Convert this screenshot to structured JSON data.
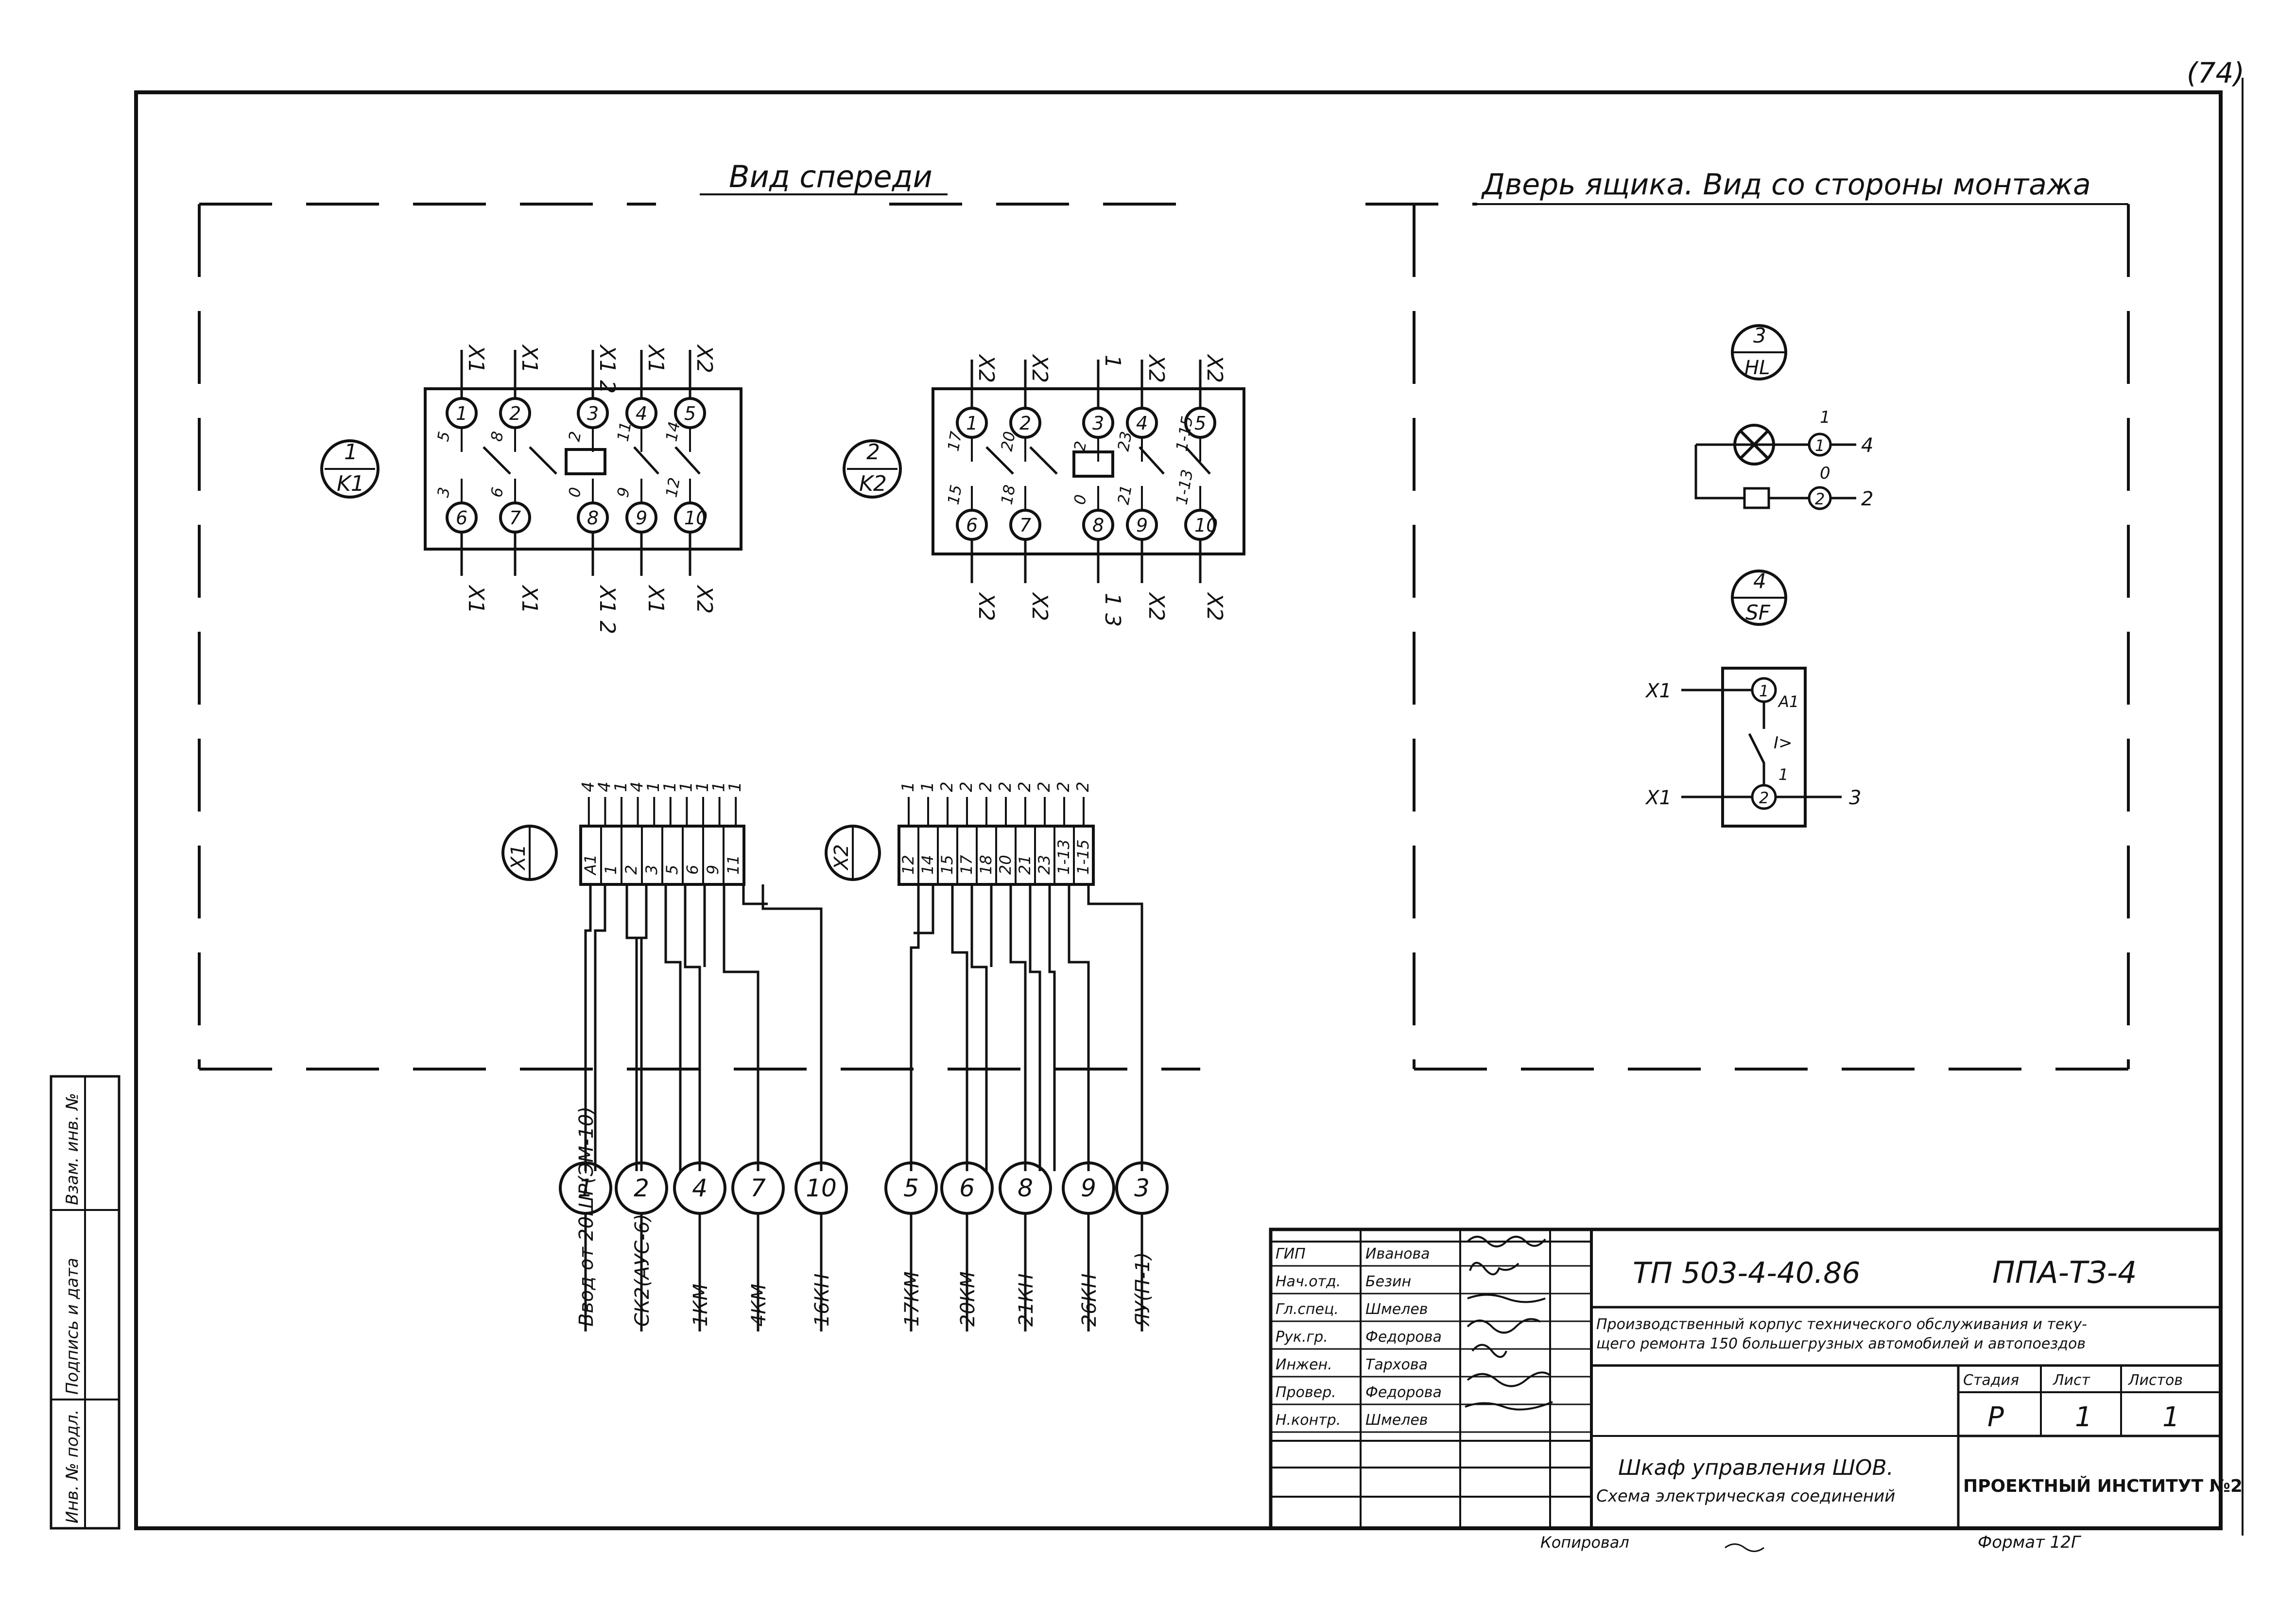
{
  "page_number": "(74)",
  "front_view_title": "Вид спереди",
  "door_view_title": "Дверь ящика. Вид со стороны монтажа",
  "relay_k1": {
    "id": "1",
    "code": "K1",
    "pins_top": [
      "1",
      "2",
      "3",
      "4",
      "5"
    ],
    "pins_bottom": [
      "6",
      "7",
      "8",
      "9",
      "10"
    ],
    "top_wires": [
      "X1",
      "X1",
      "X1 2",
      "X1",
      "X2"
    ],
    "bottom_wires": [
      "X1",
      "X1",
      "X1 2",
      "X1",
      "X2"
    ],
    "contacts": [
      "5",
      "3",
      "8",
      "6",
      "2",
      "0",
      "11",
      "9",
      "14",
      "12"
    ]
  },
  "relay_k2": {
    "id": "2",
    "code": "K2",
    "pins_top": [
      "1",
      "2",
      "3",
      "4",
      "5"
    ],
    "pins_bottom": [
      "6",
      "7",
      "8",
      "9",
      "10"
    ],
    "top_wires": [
      "X2",
      "X2",
      "1",
      "X2",
      "X2"
    ],
    "bottom_wires": [
      "X2",
      "X2",
      "1 3",
      "X2",
      "X2"
    ],
    "contacts": [
      "17",
      "15",
      "20",
      "18",
      "2",
      "0",
      "23",
      "21",
      "1-15",
      "1-13"
    ]
  },
  "lamp_hl": {
    "id": "3",
    "code": "HL",
    "pins": [
      "1",
      "2"
    ],
    "wires": [
      "4",
      "2"
    ],
    "marks": [
      "1",
      "0"
    ]
  },
  "breaker_sf": {
    "id": "4",
    "code": "SF",
    "pins": [
      "1",
      "2"
    ],
    "left_wires": [
      "X1",
      "X1"
    ],
    "right_wire": "3",
    "marks": [
      "A1",
      "1"
    ],
    "symbol": "I>"
  },
  "terminal_x1": {
    "code": "X1",
    "terminals": [
      "A1",
      "1",
      "2",
      "3",
      "5",
      "6",
      "9",
      "11"
    ],
    "wires_top": [
      "4",
      "4",
      "1",
      "4",
      "1",
      "1",
      "1",
      "1",
      "1",
      "1"
    ]
  },
  "terminal_x2": {
    "code": "X2",
    "terminals": [
      "12",
      "14",
      "15",
      "17",
      "18",
      "20",
      "21",
      "23",
      "1-13",
      "1-15"
    ],
    "wires_top": [
      "1",
      "1",
      "2",
      "2",
      "2",
      "2",
      "2",
      "2",
      "2",
      "2"
    ]
  },
  "cables": [
    {
      "num": "1",
      "label": "Ввод от 20ШР(ЭМ-10)"
    },
    {
      "num": "2",
      "label": "СК2(АУС-6)"
    },
    {
      "num": "4",
      "label": "1КМ"
    },
    {
      "num": "7",
      "label": "4КМ"
    },
    {
      "num": "10",
      "label": "16КН"
    },
    {
      "num": "5",
      "label": "17КМ"
    },
    {
      "num": "6",
      "label": "20КМ"
    },
    {
      "num": "8",
      "label": "21КН"
    },
    {
      "num": "9",
      "label": "26КН"
    },
    {
      "num": "3",
      "label": "ЯУ(П-1)"
    }
  ],
  "side_stamp": [
    "Инв. № подл.",
    "Подпись и дата",
    "Взам. инв. №"
  ],
  "title_block": {
    "roles": [
      {
        "role": "ГИП",
        "name": "Иванова"
      },
      {
        "role": "Нач.отд.",
        "name": "Безин"
      },
      {
        "role": "Гл.спец.",
        "name": "Шмелев"
      },
      {
        "role": "Рук.гр.",
        "name": "Федорова"
      },
      {
        "role": "Инжен.",
        "name": "Тархова"
      },
      {
        "role": "Провер.",
        "name": "Федорова"
      },
      {
        "role": "Н.контр.",
        "name": "Шмелев"
      }
    ],
    "doc_code": "ТП 503-4-40.86",
    "sheet_code": "ППА-ТЗ-4",
    "project_line1": "Производственный корпус технического обслуживания и теку-",
    "project_line2": "щего ремонта 150 большегрузных автомобилей и автопоездов",
    "stage_header": "Стадия",
    "sheet_header": "Лист",
    "sheets_header": "Листов",
    "stage": "Р",
    "sheet": "1",
    "sheets": "1",
    "drawing_title1": "Шкаф управления ШОВ.",
    "drawing_title2": "Схема электрическая соединений",
    "organization": "ПРОЕКТНЫЙ ИНСТИТУТ №2"
  },
  "copied": "Копировал",
  "format": "Формат 12Г"
}
